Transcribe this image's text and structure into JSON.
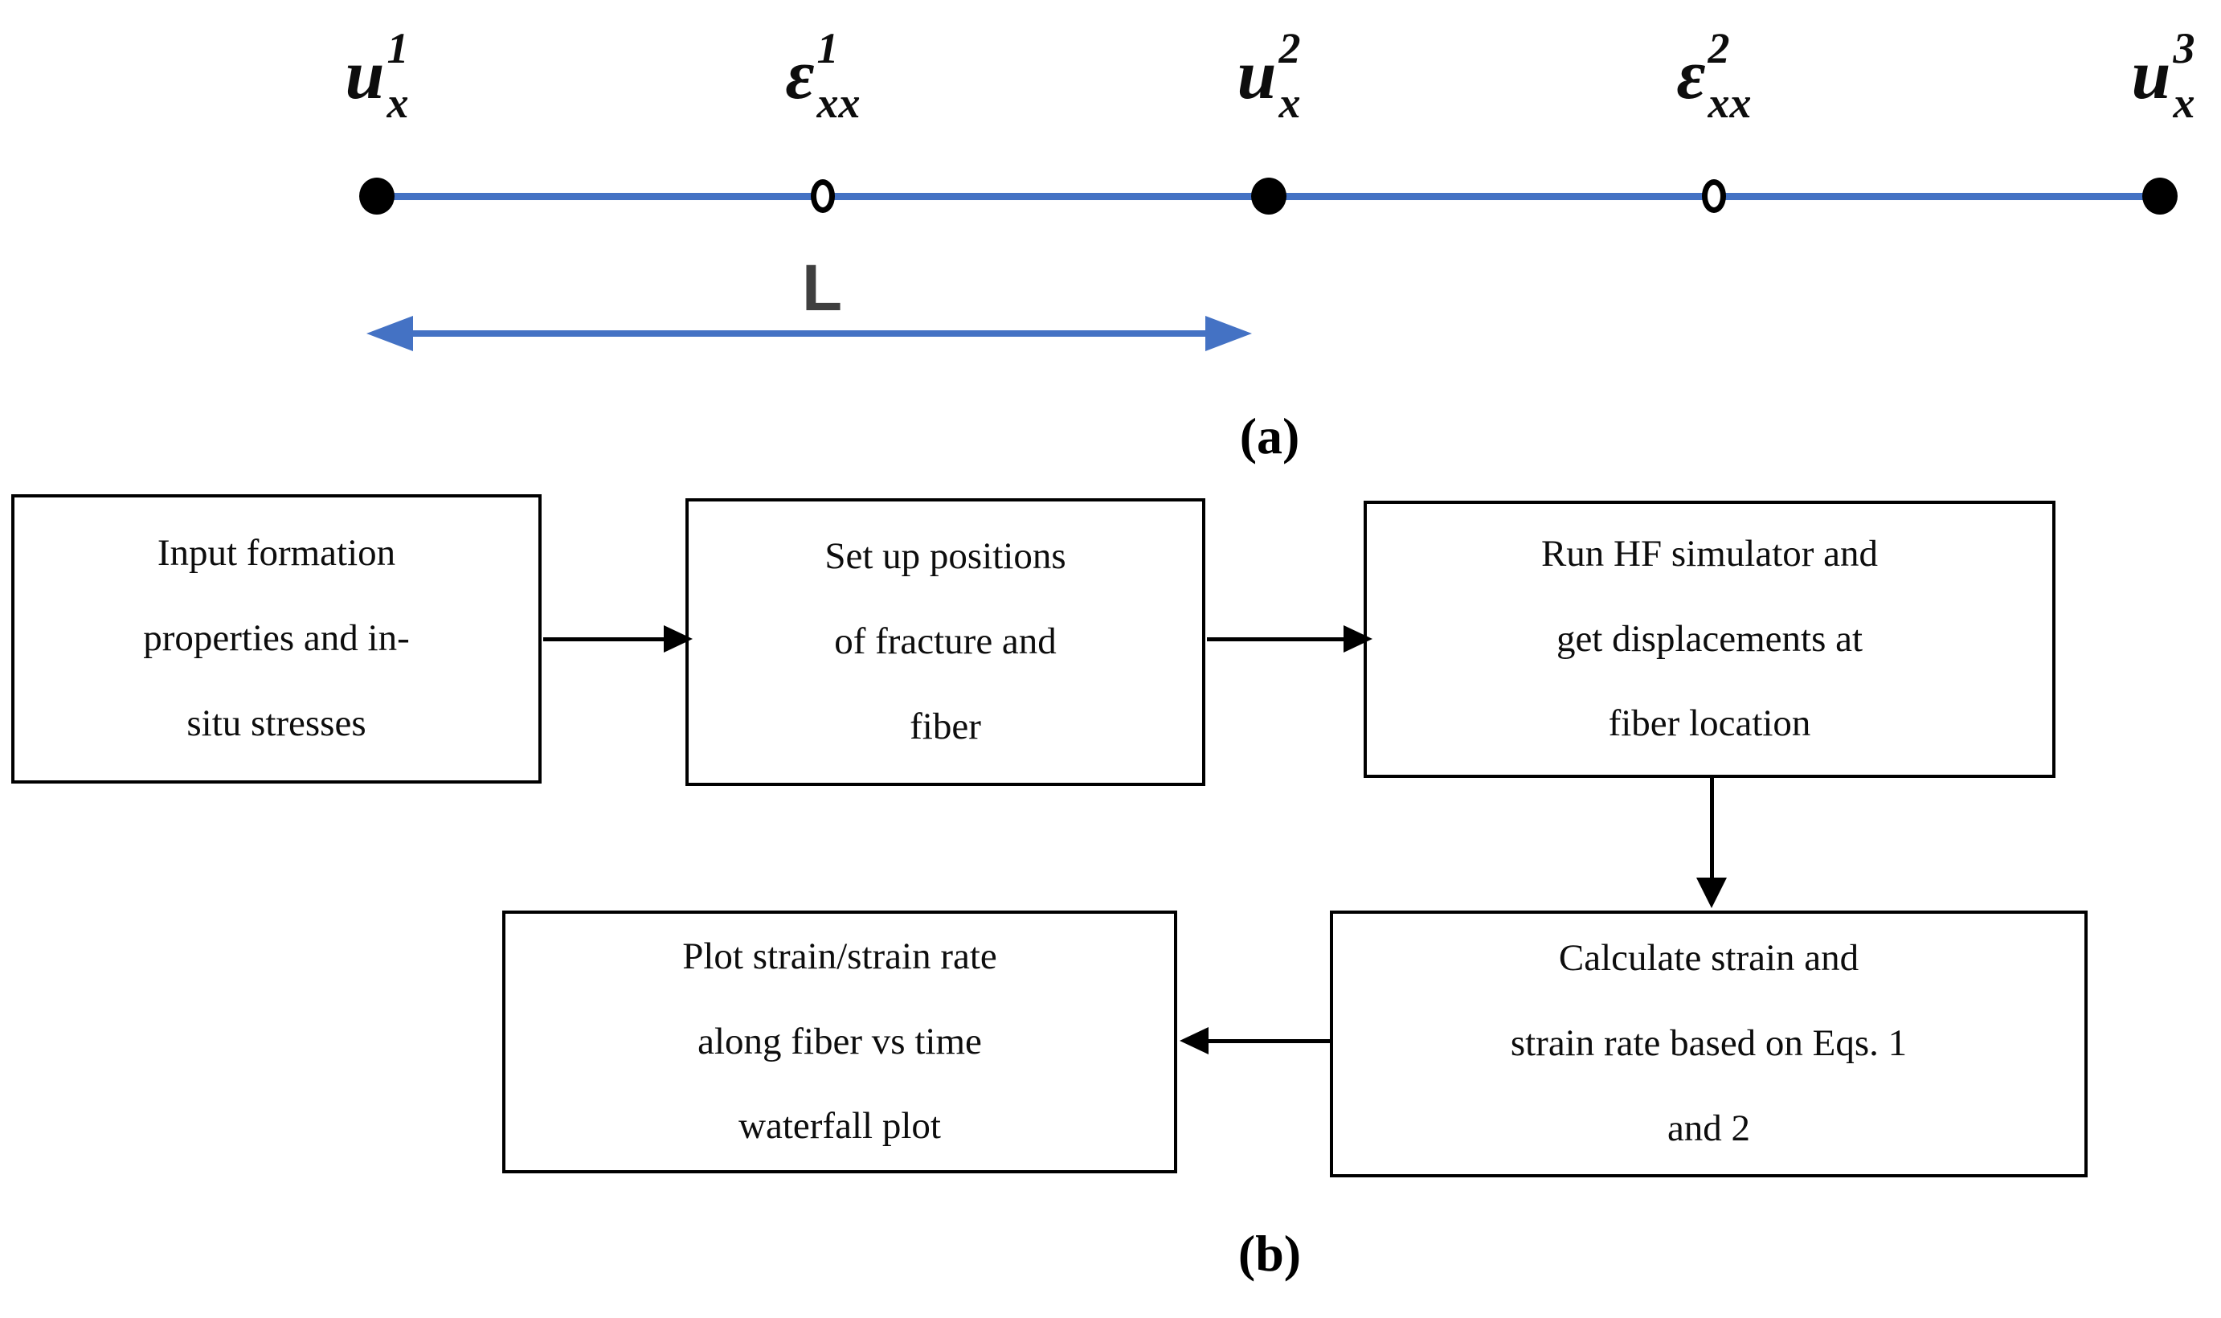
{
  "panel_a": {
    "caption": "(a)",
    "length_label": "L",
    "node_labels": [
      {
        "base": "u",
        "sup": "1",
        "sub": "x"
      },
      {
        "base": "ε",
        "sup": "1",
        "sub": "xx"
      },
      {
        "base": "u",
        "sup": "2",
        "sub": "x"
      },
      {
        "base": "ε",
        "sup": "2",
        "sub": "xx"
      },
      {
        "base": "u",
        "sup": "3",
        "sub": "x"
      }
    ],
    "nodes": [
      {
        "style": "filled"
      },
      {
        "style": "open"
      },
      {
        "style": "filled"
      },
      {
        "style": "open"
      },
      {
        "style": "filled"
      }
    ],
    "colors": {
      "line_blue": "#4472C4",
      "node_black": "#000000"
    }
  },
  "panel_b": {
    "caption": "(b)",
    "arrow_color": "#000000",
    "boxes": [
      {
        "text": "Input formation properties and in-situ stresses",
        "lines": [
          "Input formation",
          "properties and in-",
          "situ stresses"
        ]
      },
      {
        "text": "Set up positions of fracture and fiber",
        "lines": [
          "Set up positions",
          "of fracture and",
          "fiber"
        ]
      },
      {
        "text": "Run HF simulator and get displacements at fiber location",
        "lines": [
          "Run HF simulator and",
          "get displacements at",
          "fiber location"
        ]
      },
      {
        "text": "Calculate strain and strain rate based on Eqs. 1 and 2",
        "lines": [
          "Calculate strain and",
          "strain rate based on Eqs. 1",
          "and 2"
        ]
      },
      {
        "text": "Plot strain/strain rate along fiber vs time waterfall plot",
        "lines": [
          "Plot strain/strain rate",
          "along fiber vs time",
          "waterfall plot"
        ]
      }
    ]
  }
}
